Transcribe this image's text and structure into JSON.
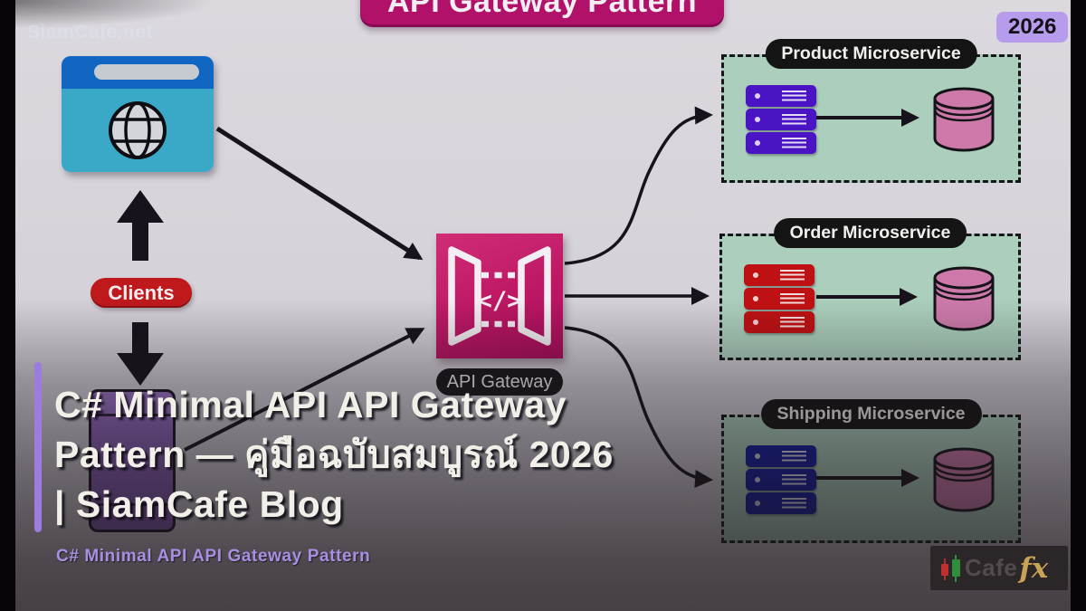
{
  "meta": {
    "watermark": "SiamCafe.net",
    "year_badge": "2026"
  },
  "diagram": {
    "title": "API Gateway Pattern",
    "clients": {
      "label": "Clients"
    },
    "gateway": {
      "label": "API Gateway",
      "glyph": "</>"
    },
    "services": [
      {
        "label": "Product Microservice",
        "server_color": "#4a13c4",
        "db_color": "#cd7aaa"
      },
      {
        "label": "Order Microservice",
        "server_color": "#bf1113",
        "db_color": "#cd7aaa"
      },
      {
        "label": "Shipping Microservice",
        "server_color": "#101a9e",
        "db_color": "#cd7aaa"
      }
    ]
  },
  "overlay": {
    "title_line1": "C# Minimal API API Gateway",
    "title_line2": "Pattern — คู่มือฉบับสมบูรณ์ 2026",
    "title_line3": "| SiamCafe Blog",
    "subtitle": "C# Minimal API API Gateway Pattern"
  },
  "logo": {
    "cafe_text": "Cafe",
    "fx_text": "fx"
  },
  "colors": {
    "magenta": "#b2116a",
    "mint": "#abcfbc",
    "client_red": "#bf191c",
    "badge_purple": "#b79cee",
    "accent_purple": "#9d7ce0",
    "subtitle_purple": "#a98fe3"
  }
}
